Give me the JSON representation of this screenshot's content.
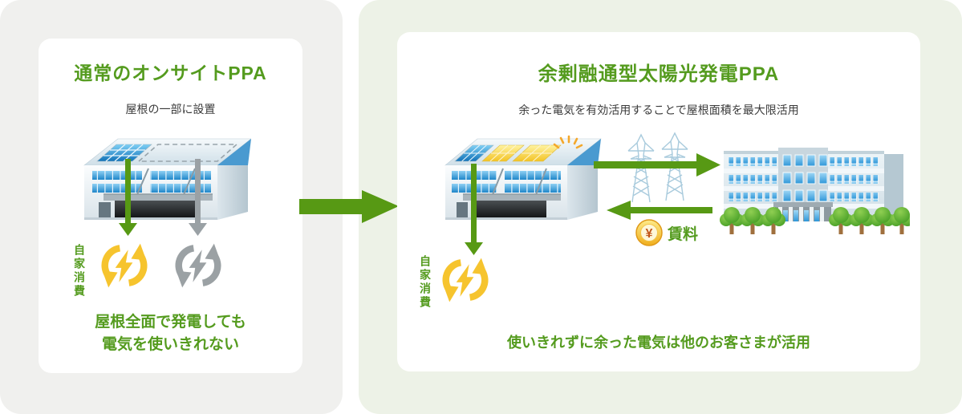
{
  "left_panel": {
    "title": "通常のオンサイトPPA",
    "subtitle": "屋根の一部に設置",
    "self_consumption_label": "自家消費",
    "caption_line1": "屋根全面で発電しても",
    "caption_line2": "電気を使いきれない"
  },
  "right_panel": {
    "title": "余剰融通型太陽光発電PPA",
    "subtitle": "余った電気を有効活用することで屋根面積を最大限活用",
    "self_consumption_label": "自家消費",
    "rent_label": "賃料",
    "yen_symbol": "¥",
    "caption": "使いきれずに余った電気は他のお客さまが活用"
  },
  "icons": {
    "factory_partial_roof": "factory-with-partial-solar-panel",
    "factory_full_roof": "factory-with-full-solar-roof",
    "unused_roof": "dashed-unused-roof-outline",
    "self_consumption_yellow": "recycle-bolt-icon-yellow",
    "grid_power_gray": "recycle-bolt-icon-gray",
    "transmission_towers": "transmission-tower-icon",
    "office_building": "office-building-illustration",
    "trees": "tree-icon",
    "yen_coin": "yen-coin-icon",
    "sun_rays": "sun-rays-icon",
    "flow_arrows": "green-flow-arrow"
  },
  "colors": {
    "accent_green": "#549b1e",
    "arrow_green": "#579914",
    "arrow_gray": "#9aa1a5",
    "accent_yellow": "#f6c42e",
    "solar_blue": "#2b8fcf",
    "left_panel_bg": "#f0f0ee",
    "right_panel_bg": "#edf2e7",
    "card_bg": "#ffffff",
    "text_dark": "#3b3b3b"
  }
}
